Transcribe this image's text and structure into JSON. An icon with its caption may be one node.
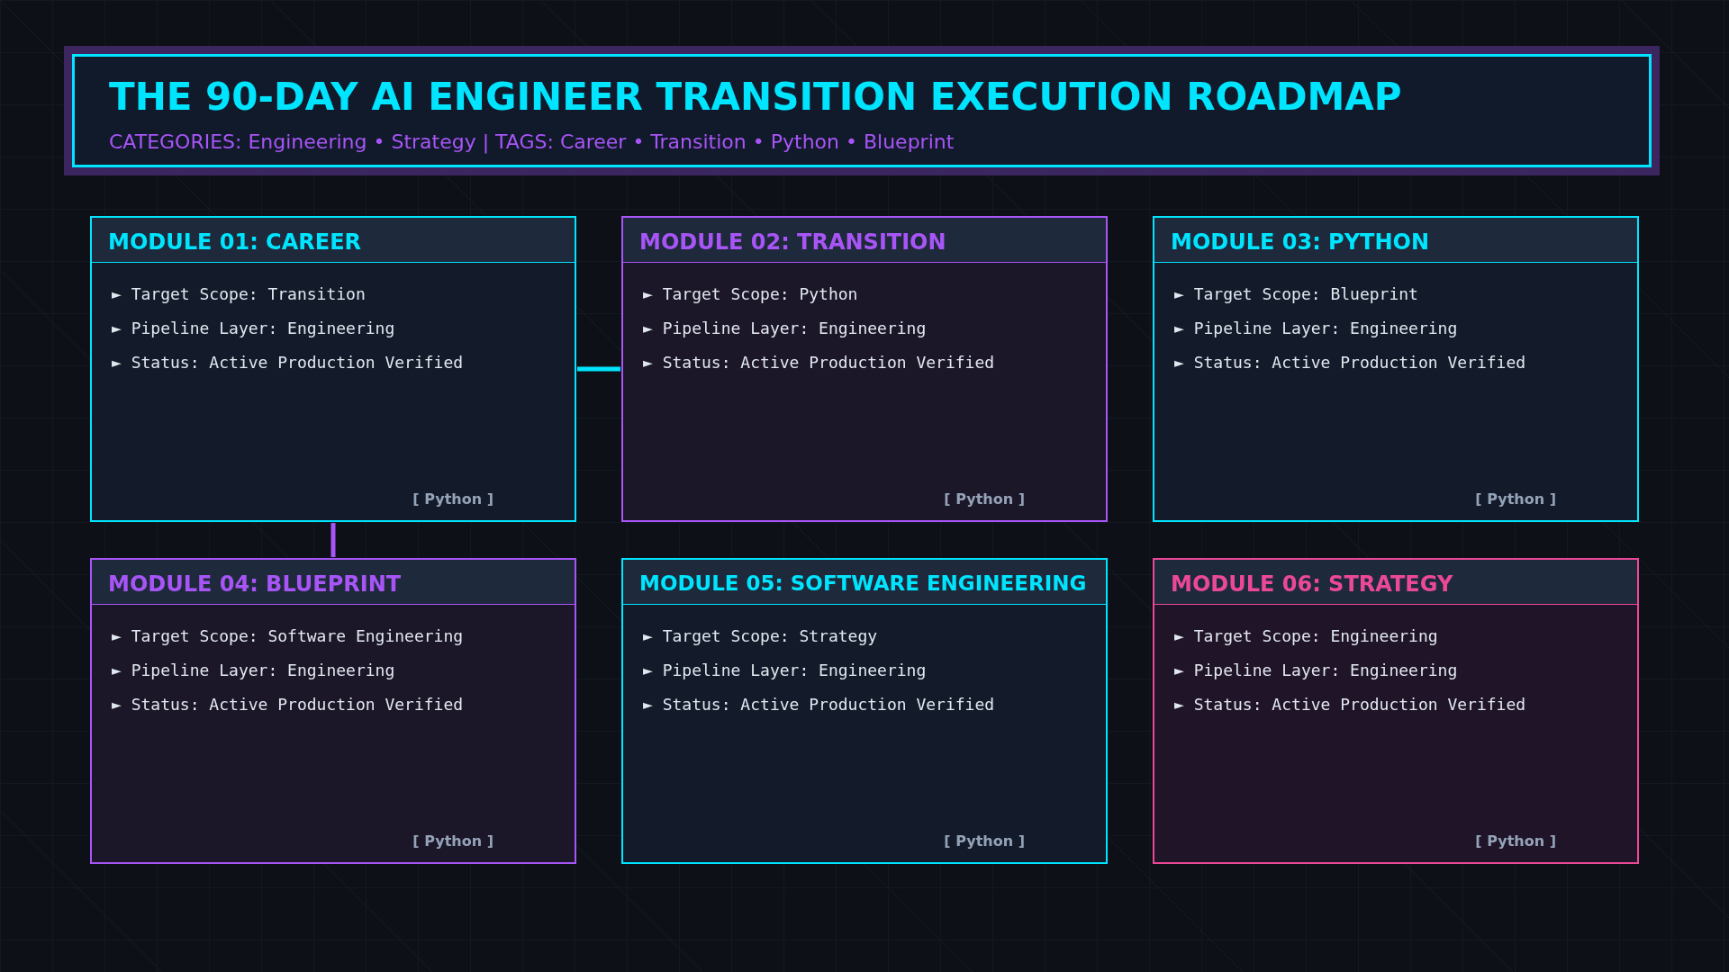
{
  "diagram": {
    "title": "THE 90-DAY AI ENGINEER TRANSITION EXECUTION ROADMAP",
    "nodes": [
      {
        "text": [
          "MODULE 01: CAREER",
          "► Target Scope: Transition",
          "► Pipeline Layer: Engineering",
          "► Status: Active Production Verified",
          "[ Python ]"
        ]
      },
      {
        "text": [
          "MODULE 02: TRANSITION",
          "► Target Scope: Python",
          "► Pipeline Layer: Engineering",
          "► Status: Active Production Verified",
          "[ Python ]"
        ]
      },
      {
        "text": [
          "MODULE 03: PYTHON",
          "► Target Scope: Blueprint",
          "► Pipeline Layer: Engineering",
          "► Status: Active Production Verified",
          "[ Python ]"
        ]
      },
      {
        "text": [
          "MODULE 04: BLUEPRINT",
          "► Target Scope: Software Engineering",
          "► Pipeline Layer: Engineering",
          "► Status: Active Production Verified",
          "[ Python ]"
        ]
      },
      {
        "text": [
          "MODULE 05: SOFTWARE ENGINEERING",
          "► Target Scope: Strategy",
          "► Pipeline Layer: Engineering",
          "► Status: Active Production Verified",
          "[ Python ]"
        ]
      },
      {
        "text": [
          "MODULE 06: STRATEGY",
          "► Target Scope: Engineering",
          "► Pipeline Layer: Engineering",
          "► Status: Active Production Verified",
          "[ Python ]"
        ]
      }
    ],
    "edges": [
      {
        "from": 0,
        "to": 1,
        "arrow": "none",
        "color": "#00e5ff"
      },
      {
        "from": 0,
        "to": 3,
        "arrow": "none",
        "color": "#a855f7"
      }
    ],
    "labels": [
      "CATEGORIES: Engineering • Strategy | TAGS: Career • Transition • Python • Blueprint"
    ]
  }
}
